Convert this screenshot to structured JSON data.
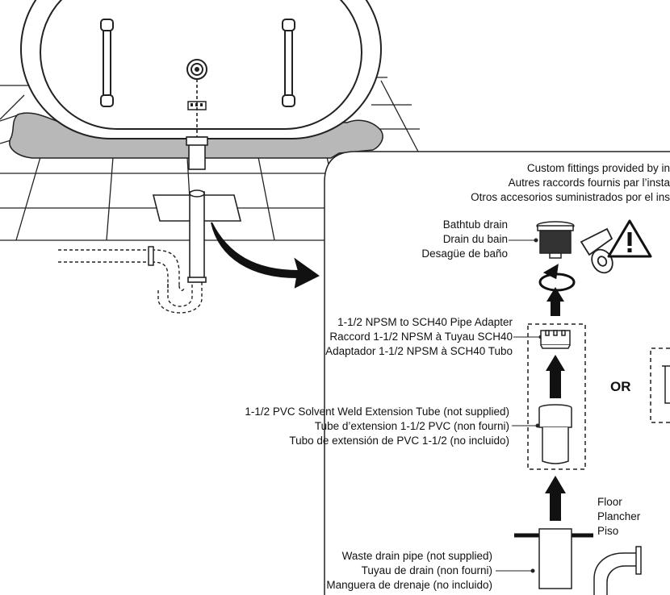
{
  "header": {
    "lines": [
      "Custom fittings provided by in",
      "Autres raccords fournis par l’insta",
      "Otros accesorios suministrados por el ins"
    ]
  },
  "bathtub_drain": {
    "lines": [
      "Bathtub drain",
      "Drain du bain",
      "Desagüe de baño"
    ]
  },
  "pipe_adapter": {
    "lines": [
      "1-1/2 NPSM to SCH40 Pipe Adapter",
      "Raccord 1-1/2 NPSM à Tuyau SCH40",
      "Adaptador 1-1/2 NPSM à SCH40 Tubo"
    ]
  },
  "or_label": "OR",
  "extension_tube": {
    "lines": [
      "1-1/2 PVC Solvent Weld Extension Tube (not supplied)",
      "Tube d’extension 1-1/2 PVC (non fourni)",
      "Tubo de extensión de PVC 1-1/2 (no incluido)"
    ]
  },
  "floor": {
    "lines": [
      "Floor",
      "Plancher",
      "Piso"
    ]
  },
  "waste_pipe": {
    "lines": [
      "Waste drain pipe (not supplied)",
      "Tuyau de drain (non fourni)",
      "Manguera de drenaje (no incluido)"
    ]
  },
  "icons": [
    "warning-icon",
    "tape-roll-icon",
    "rotate-arrow-icon",
    "up-arrow-icon"
  ]
}
